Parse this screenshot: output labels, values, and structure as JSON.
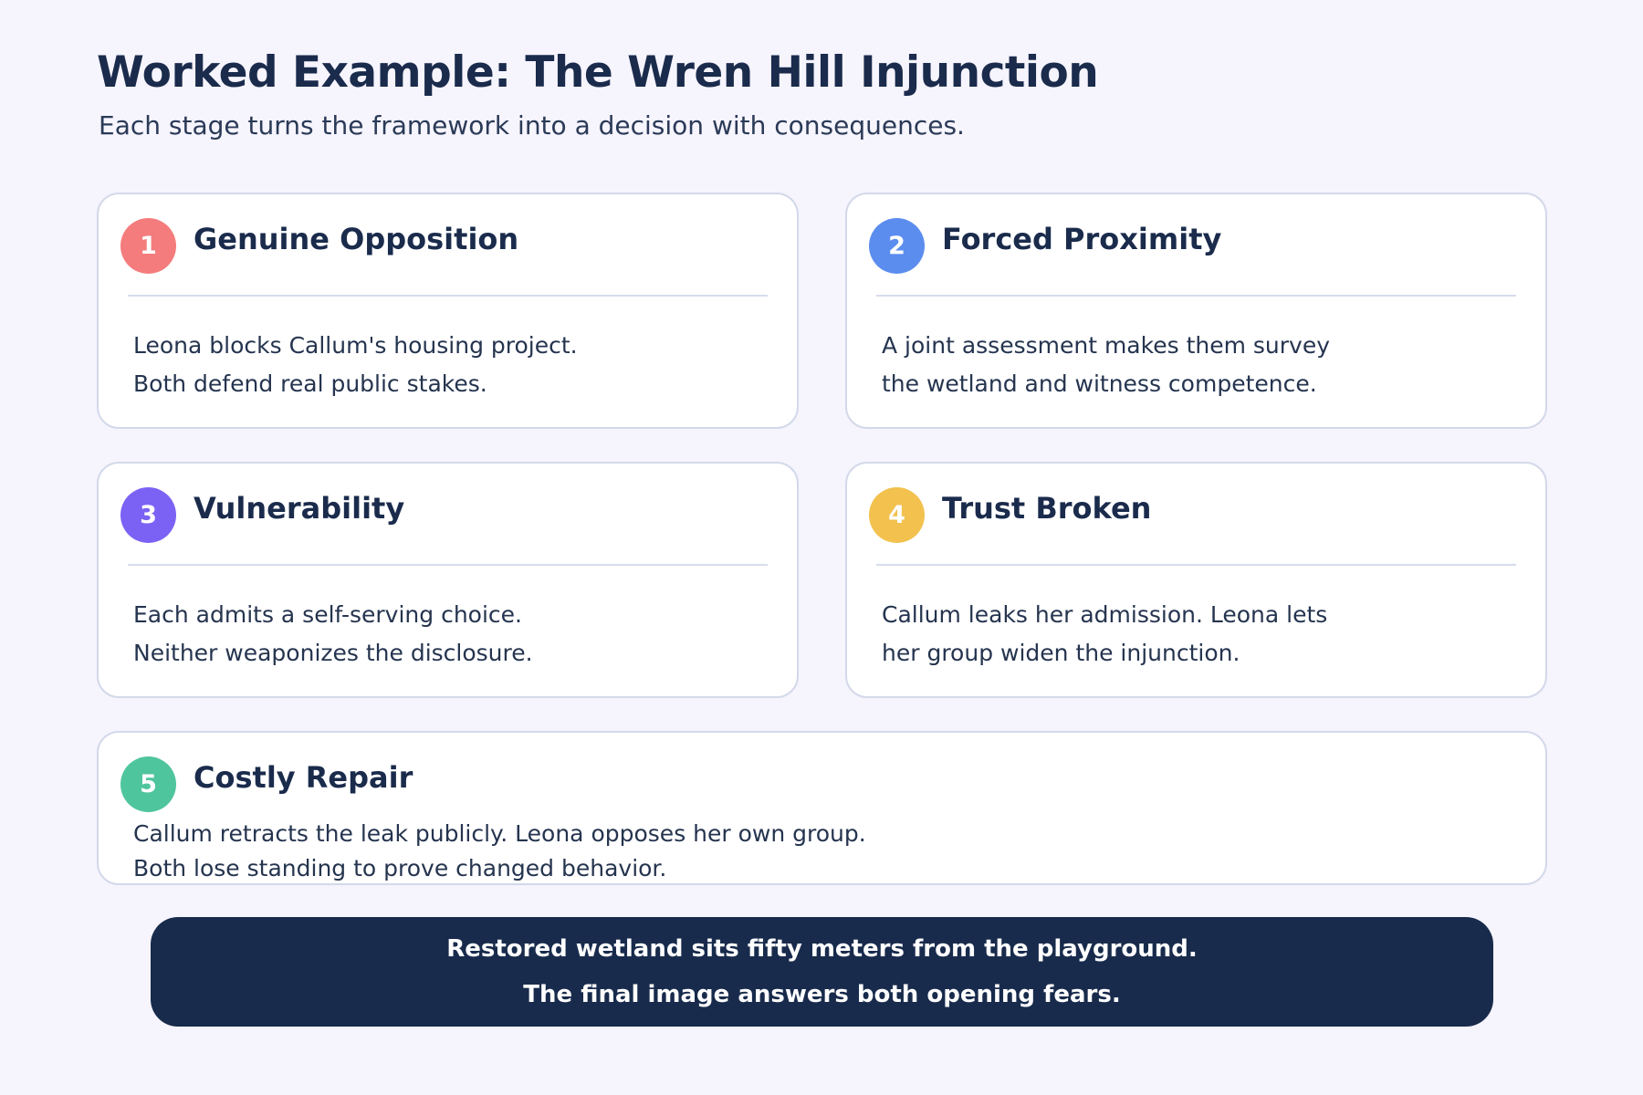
{
  "header": {
    "title": "Worked Example: The Wren Hill Injunction",
    "subtitle": "Each stage turns the framework into a decision with consequences."
  },
  "stages": [
    {
      "number": "1",
      "title": "Genuine Opposition",
      "color": "#f47c7c",
      "lines": [
        "Leona blocks Callum's housing project.",
        "Both defend real public stakes."
      ]
    },
    {
      "number": "2",
      "title": "Forced Proximity",
      "color": "#5b8def",
      "lines": [
        "A joint assessment makes them survey",
        "the wetland and witness competence."
      ]
    },
    {
      "number": "3",
      "title": "Vulnerability",
      "color": "#7c62f4",
      "lines": [
        "Each admits a self-serving choice.",
        "Neither weaponizes the disclosure."
      ]
    },
    {
      "number": "4",
      "title": "Trust Broken",
      "color": "#f2c14e",
      "lines": [
        "Callum leaks her admission. Leona lets",
        "her group widen the injunction."
      ]
    },
    {
      "number": "5",
      "title": "Costly Repair",
      "color": "#4fc59e",
      "lines": [
        "Callum retracts the leak publicly. Leona opposes her own group.",
        "Both lose standing to prove changed behavior."
      ]
    }
  ],
  "banner": {
    "lines": [
      "Restored wetland sits fifty meters from the playground.",
      "The final image answers both opening fears."
    ]
  }
}
